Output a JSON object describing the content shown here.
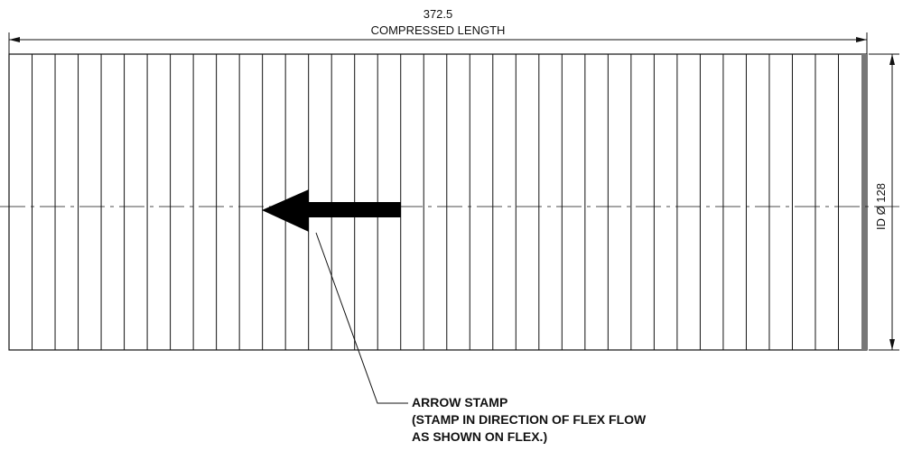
{
  "dimensions": {
    "length_value": "372.5",
    "length_label": "COMPRESSED LENGTH",
    "diameter_label": "ID Ø 128"
  },
  "callout": {
    "line1": "ARROW STAMP",
    "line2": "(STAMP IN DIRECTION OF FLEX FLOW",
    "line3": "AS SHOWN ON FLEX.)"
  },
  "colors": {
    "line": "#111111",
    "end_band": "#777777"
  },
  "part": {
    "corrugation_count": 37,
    "arrow_direction": "left"
  }
}
